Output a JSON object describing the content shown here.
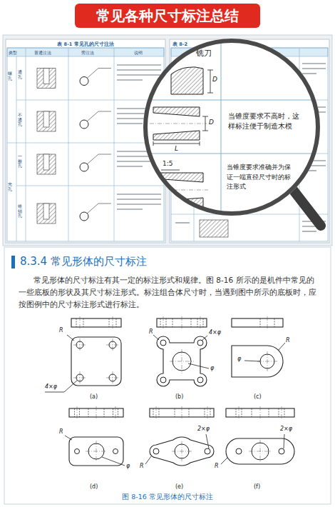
{
  "diagram": {
    "title": "常见各种尺寸标注总结",
    "caption": "图 8-16 常见形体的尺寸标注",
    "nodes": [
      {
        "text": [
          "表 8-1 常见孔的尺寸注法"
        ]
      },
      {
        "text": [
          "表 8-2"
        ]
      },
      {
        "text": [
          "铣刀",
          "当锥度要求不高时，这样标注便于制造木模",
          "当锥度要求准确并为保证一端直径尺寸时的标注形式"
        ]
      },
      {
        "text": [
          "8.3.4 常见形体的尺寸标注",
          "常见形体的尺寸标注有其一定的标注形式和规律。图 8-16 所示的是机件中常见的一些底板的形状及其尺寸标注形式。标注组合体尺寸时，当遇到图中所示的底板时，应按图例中的尺寸标注形式进行标注。"
        ]
      }
    ],
    "labels": [
      "类型",
      "普通注法",
      "旁注法",
      "说明",
      "螺孔",
      "通孔",
      "不通孔",
      "光孔",
      "一般孔",
      "锥销孔",
      "D",
      "D",
      "L",
      "1:5",
      "(a)",
      "R",
      "4×φ",
      "(b)",
      "R",
      "4×φ",
      "φ",
      "(c)",
      "R",
      "φ",
      "(d)",
      "R",
      "φ",
      "(e)",
      "R",
      "2×φ",
      "(f)",
      "R",
      "2×φ"
    ]
  }
}
